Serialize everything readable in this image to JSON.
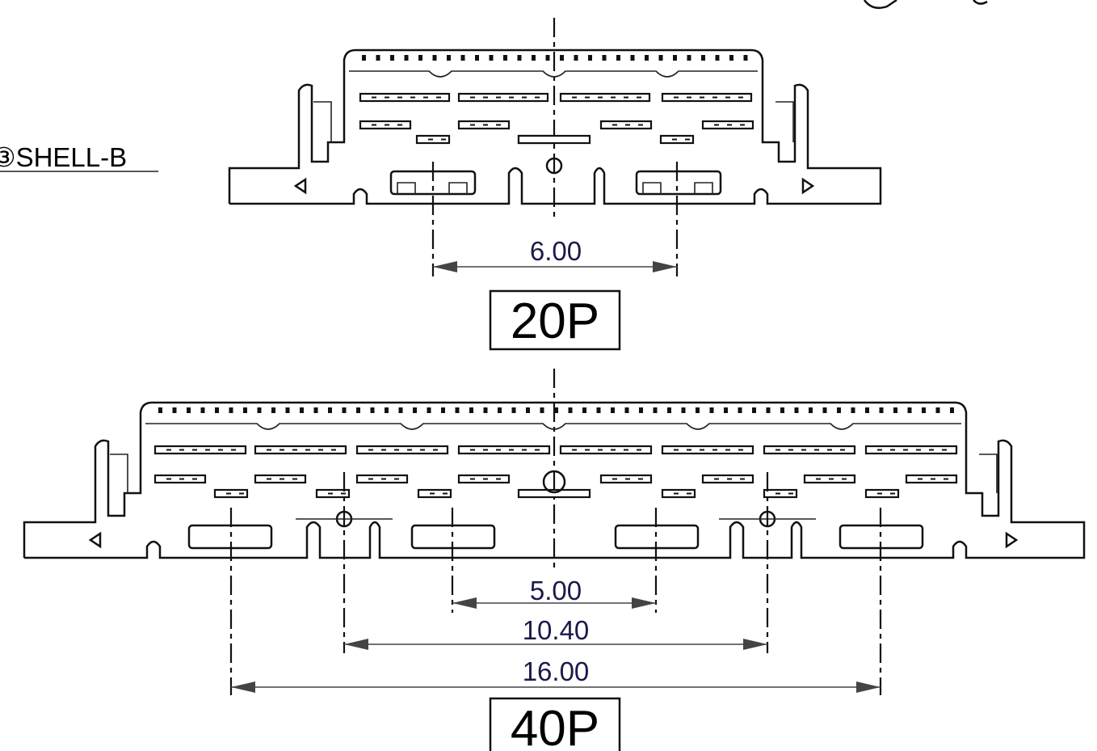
{
  "section_label": "③SHELL-B",
  "views": [
    {
      "id": "20p",
      "label": "20P",
      "dimensions": [
        "6.00"
      ]
    },
    {
      "id": "40p",
      "label": "40P",
      "dimensions": [
        "5.00",
        "10.40",
        "16.00"
      ]
    }
  ]
}
